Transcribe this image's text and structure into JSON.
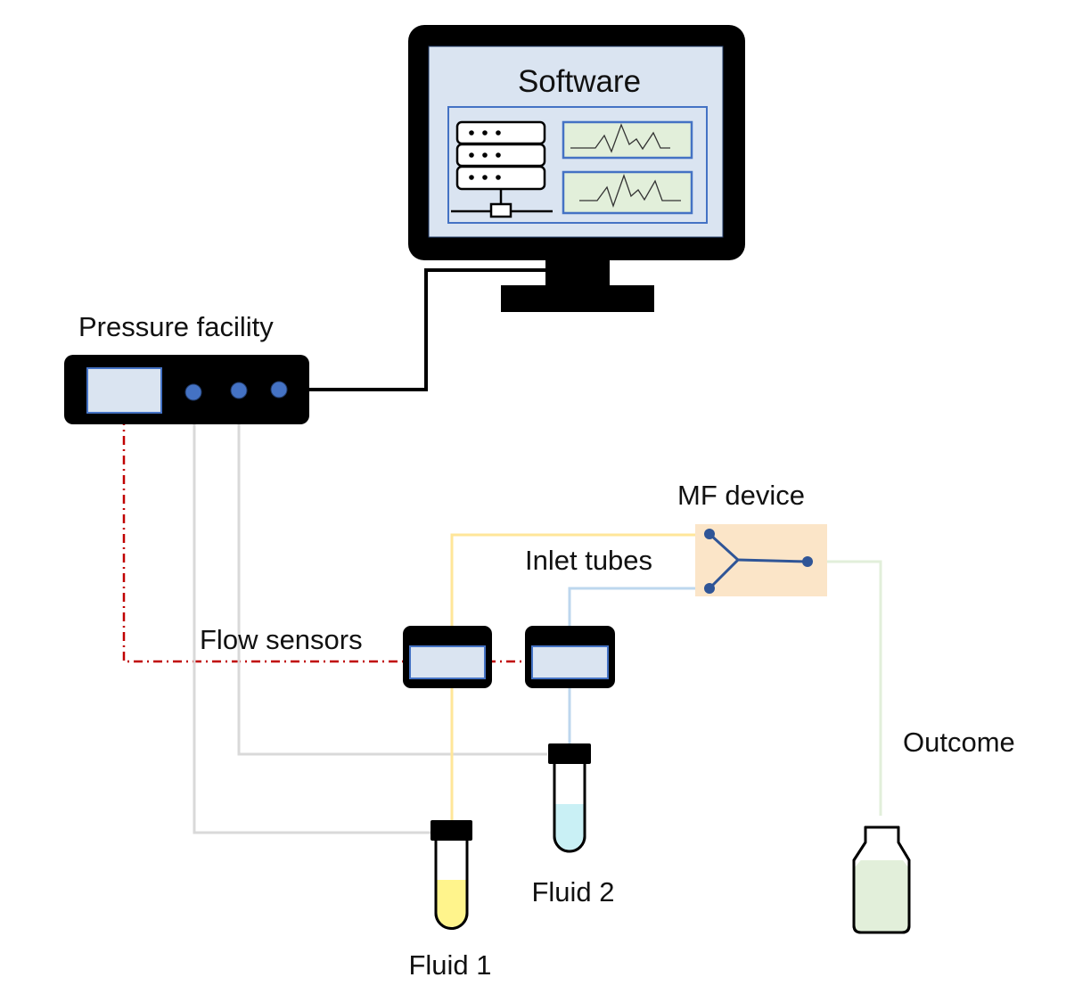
{
  "labels": {
    "software": "Software",
    "pressure_facility": "Pressure facility",
    "mf_device": "MF device",
    "inlet_tubes": "Inlet tubes",
    "flow_sensors": "Flow sensors",
    "outcome": "Outcome",
    "fluid_1": "Fluid 1",
    "fluid_2": "Fluid 2"
  },
  "colors": {
    "device_body": "#000000",
    "screen_fill": "#dae4f1",
    "screen_border": "#4472c4",
    "graph_fill": "#e2efda",
    "port_fill": "#4472c4",
    "control_line": "#c00000",
    "gas_line": "#d9d9d9",
    "fluid_1_line": "#ffe699",
    "fluid_2_line": "#bdd7ee",
    "outlet_line": "#e2efda",
    "chip_fill": "#fbe5c8",
    "channel": "#2f5597",
    "fluid_1_fill": "#fff48c",
    "fluid_2_fill": "#c9f0f5",
    "outcome_fill": "#e2efda"
  },
  "icons": {
    "computer": "monitor-icon",
    "server": "server-stack-icon",
    "graph": "waveform-graph-icon",
    "pressure": "pressure-controller-icon",
    "sensor": "flow-sensor-icon",
    "tube": "test-tube-icon",
    "bottle": "collection-bottle-icon",
    "chip": "microfluidic-chip-icon"
  }
}
